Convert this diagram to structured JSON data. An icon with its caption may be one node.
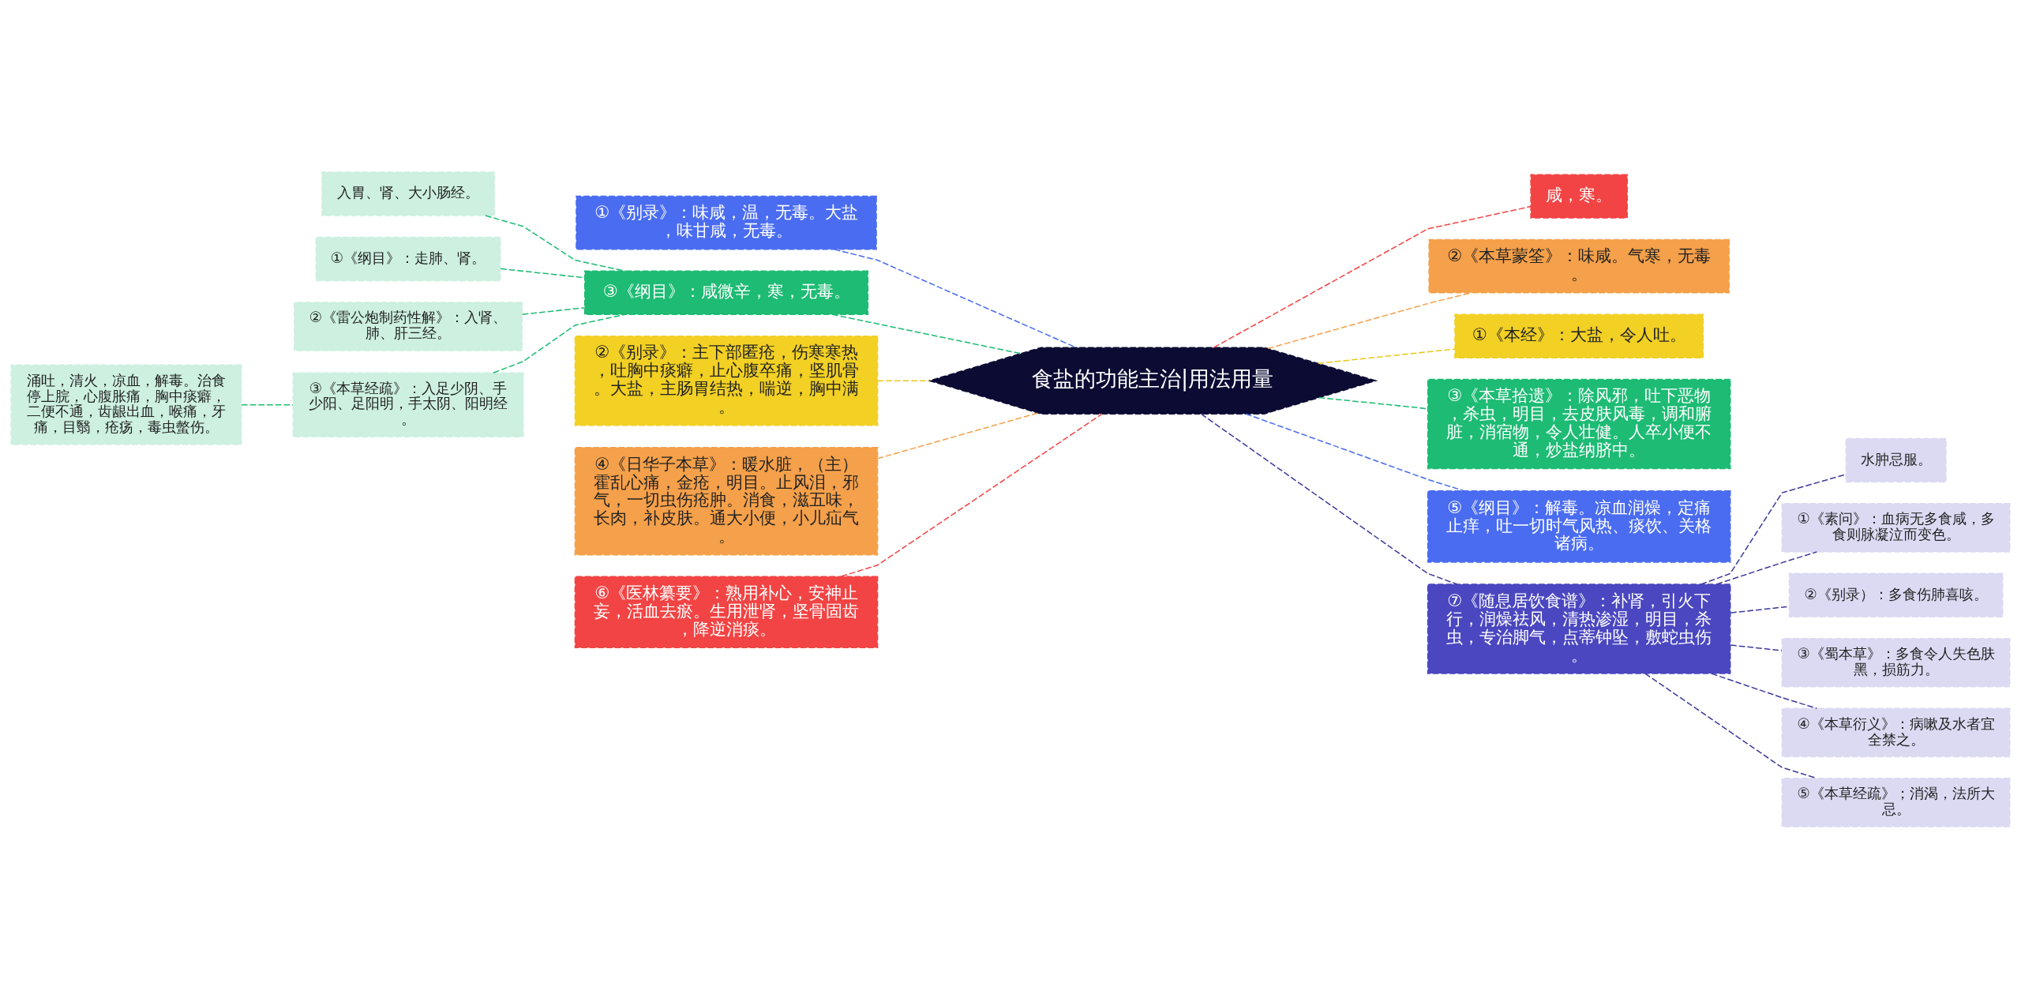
{
  "diagram": {
    "nodes": [
      {
        "text": [
          "食盐的功能主治|用法用量"
        ]
      },
      {
        "text": [
          "①《别录》：味咸，温，无毒。大盐，味甘咸，无毒。"
        ]
      },
      {
        "text": [
          "③《纲目》：咸微辛，寒，无毒。"
        ]
      },
      {
        "text": [
          "入胃、肾、大小肠经。"
        ]
      },
      {
        "text": [
          "①《纲目》：走肺、肾。"
        ]
      },
      {
        "text": [
          "②《雷公炮制药性解》：入肾、肺、肝三经。"
        ]
      },
      {
        "text": [
          "③《本草经疏》：入足少阴、手少阳、足阳明，手太阴、阳明经。"
        ]
      },
      {
        "text": [
          "涌吐，清火，凉血，解毒。治食停上脘，心腹胀痛，胸中痰癖，二便不通，齿龈出血，喉痛，牙痛，目翳，疮疡，毒虫螫伤。"
        ]
      },
      {
        "text": [
          "②《别录》：主下部匿疮，伤寒寒热，吐胸中痰癖，止心腹卒痛，坚肌骨。大盐，主肠胃结热，喘逆，胸中满。"
        ]
      },
      {
        "text": [
          "④《日华子本草》：暖水脏，（主）霍乱心痛，金疮，明目。止风泪，邪气，一切虫伤疮肿。消食，滋五味，长肉，补皮肤。通大小便，小儿疝气。"
        ]
      },
      {
        "text": [
          "⑥《医林纂要》：熟用补心，安神止妄，活血去瘀。生用泄肾，坚骨固齿，降逆消痰。"
        ]
      },
      {
        "text": [
          "咸，寒。"
        ]
      },
      {
        "text": [
          "②《本草蒙筌》：味咸。气寒，无毒。"
        ]
      },
      {
        "text": [
          "①《本经》：大盐，令人吐。"
        ]
      },
      {
        "text": [
          "③《本草拾遗》：除风邪，吐下恶物，杀虫，明目，去皮肤风毒，调和腑脏，消宿物，令人壮健。人卒小便不通，炒盐纳脐中。"
        ]
      },
      {
        "text": [
          "⑤《纲目》：解毒。凉血润燥，定痛止痒，吐一切时气风热、痰饮、关格诸病。"
        ]
      },
      {
        "text": [
          "⑦《随息居饮食谱》：补肾，引火下行，润燥祛风，清热渗湿，明目，杀虫，专治脚气，点蒂钟坠，敷蛇虫伤。"
        ]
      },
      {
        "text": [
          "水肿忌服。"
        ]
      },
      {
        "text": [
          "①《素问》：血病无多食咸，多食则脉凝泣而变色。"
        ]
      },
      {
        "text": [
          "②《别录）：多食伤肺喜咳。"
        ]
      },
      {
        "text": [
          "③《蜀本草》：多食令人失色肤黑，损筋力。"
        ]
      },
      {
        "text": [
          "④《本草衍义》：病嗽及水者宜全禁之。"
        ]
      },
      {
        "text": [
          "⑤《本草经疏》；消渴，法所大忌。"
        ]
      }
    ],
    "edges": [
      {
        "from": 0,
        "to": 1,
        "arrow": "none",
        "style": "dashed",
        "color": "#4a6cf0"
      },
      {
        "from": 0,
        "to": 2,
        "arrow": "none",
        "style": "dashed",
        "color": "#1dbb74"
      },
      {
        "from": 2,
        "to": 3,
        "arrow": "none",
        "style": "dashed",
        "color": "#1dbb74"
      },
      {
        "from": 2,
        "to": 4,
        "arrow": "none",
        "style": "dashed",
        "color": "#1dbb74"
      },
      {
        "from": 2,
        "to": 5,
        "arrow": "none",
        "style": "dashed",
        "color": "#1dbb74"
      },
      {
        "from": 2,
        "to": 6,
        "arrow": "none",
        "style": "dashed",
        "color": "#1dbb74"
      },
      {
        "from": 6,
        "to": 7,
        "arrow": "none",
        "style": "dashed",
        "color": "#1dbb74"
      },
      {
        "from": 0,
        "to": 8,
        "arrow": "none",
        "style": "dashed",
        "color": "#e8c820"
      },
      {
        "from": 0,
        "to": 9,
        "arrow": "none",
        "style": "dashed",
        "color": "#f5a04a"
      },
      {
        "from": 0,
        "to": 10,
        "arrow": "none",
        "style": "dashed",
        "color": "#f24444"
      },
      {
        "from": 0,
        "to": 11,
        "arrow": "none",
        "style": "dashed",
        "color": "#f24444"
      },
      {
        "from": 0,
        "to": 12,
        "arrow": "none",
        "style": "dashed",
        "color": "#f5a04a"
      },
      {
        "from": 0,
        "to": 13,
        "arrow": "none",
        "style": "dashed",
        "color": "#e8c820"
      },
      {
        "from": 0,
        "to": 14,
        "arrow": "none",
        "style": "dashed",
        "color": "#1dbb74"
      },
      {
        "from": 0,
        "to": 15,
        "arrow": "none",
        "style": "dashed",
        "color": "#4a6cf0"
      },
      {
        "from": 0,
        "to": 16,
        "arrow": "none",
        "style": "dashed",
        "color": "#3d3a9a"
      },
      {
        "from": 16,
        "to": 17,
        "arrow": "none",
        "style": "dashed",
        "color": "#3d3a9a"
      },
      {
        "from": 16,
        "to": 18,
        "arrow": "none",
        "style": "dashed",
        "color": "#3d3a9a"
      },
      {
        "from": 16,
        "to": 19,
        "arrow": "none",
        "style": "dashed",
        "color": "#3d3a9a"
      },
      {
        "from": 16,
        "to": 20,
        "arrow": "none",
        "style": "dashed",
        "color": "#3d3a9a"
      },
      {
        "from": 16,
        "to": 21,
        "arrow": "none",
        "style": "dashed",
        "color": "#3d3a9a"
      },
      {
        "from": 16,
        "to": 22,
        "arrow": "none",
        "style": "dashed",
        "color": "#3d3a9a"
      }
    ]
  }
}
